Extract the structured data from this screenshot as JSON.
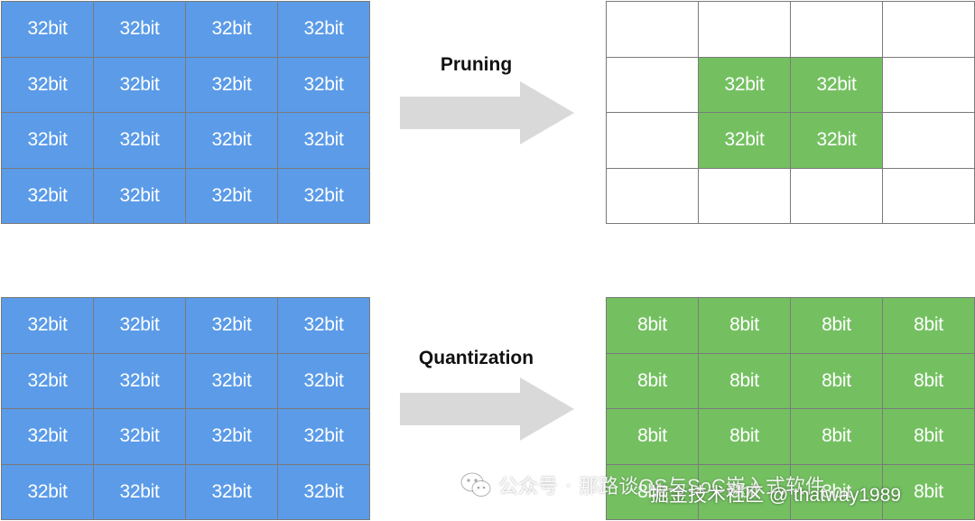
{
  "labels": {
    "pruning": "Pruning",
    "quantization": "Quantization"
  },
  "colors": {
    "blue": "#5b9be8",
    "green": "#74c061",
    "arrow": "#d9d9d9",
    "border": "#7a7a7a"
  },
  "grids": {
    "original_top": {
      "rows": [
        [
          "32bit",
          "32bit",
          "32bit",
          "32bit"
        ],
        [
          "32bit",
          "32bit",
          "32bit",
          "32bit"
        ],
        [
          "32bit",
          "32bit",
          "32bit",
          "32bit"
        ],
        [
          "32bit",
          "32bit",
          "32bit",
          "32bit"
        ]
      ]
    },
    "pruned": {
      "rows": [
        [
          "",
          "",
          "",
          ""
        ],
        [
          "",
          "32bit",
          "32bit",
          ""
        ],
        [
          "",
          "32bit",
          "32bit",
          ""
        ],
        [
          "",
          "",
          "",
          ""
        ]
      ]
    },
    "original_bottom": {
      "rows": [
        [
          "32bit",
          "32bit",
          "32bit",
          "32bit"
        ],
        [
          "32bit",
          "32bit",
          "32bit",
          "32bit"
        ],
        [
          "32bit",
          "32bit",
          "32bit",
          "32bit"
        ],
        [
          "32bit",
          "32bit",
          "32bit",
          "32bit"
        ]
      ]
    },
    "quantized": {
      "rows": [
        [
          "8bit",
          "8bit",
          "8bit",
          "8bit"
        ],
        [
          "8bit",
          "8bit",
          "8bit",
          "8bit"
        ],
        [
          "8bit",
          "8bit",
          "8bit",
          "8bit"
        ],
        [
          "8bit",
          "8bit",
          "8bit",
          "8bit"
        ]
      ]
    }
  },
  "watermark": {
    "icon": "wechat-icon",
    "account": "公众号",
    "separator": "·",
    "name": "那路谈OS与SoC嵌入式软件",
    "site": "掘金技术社区 @ thatway1989"
  }
}
